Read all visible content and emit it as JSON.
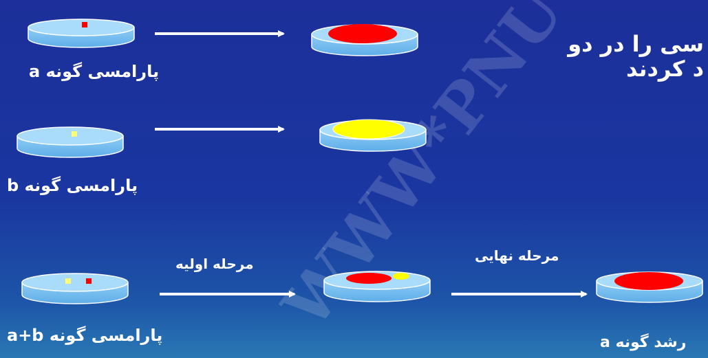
{
  "title": {
    "line1": "سی را در دو",
    "line2": "د کردند"
  },
  "labels": {
    "species_a": "پارامسی گونه a",
    "species_b": "پارامسی گونه b",
    "species_ab": "پارامسی گونه a+b",
    "stage_initial": "مرحله اولیه",
    "stage_final": "مرحله نهایی",
    "result": "رشد گونه a"
  },
  "watermark": "WWW*PNU",
  "colors": {
    "background": "#1c2f9a",
    "dish_fill": "#7ec3f4",
    "species_a": "#ff0000",
    "species_b": "#ffff00",
    "arrow": "#ffffff"
  }
}
